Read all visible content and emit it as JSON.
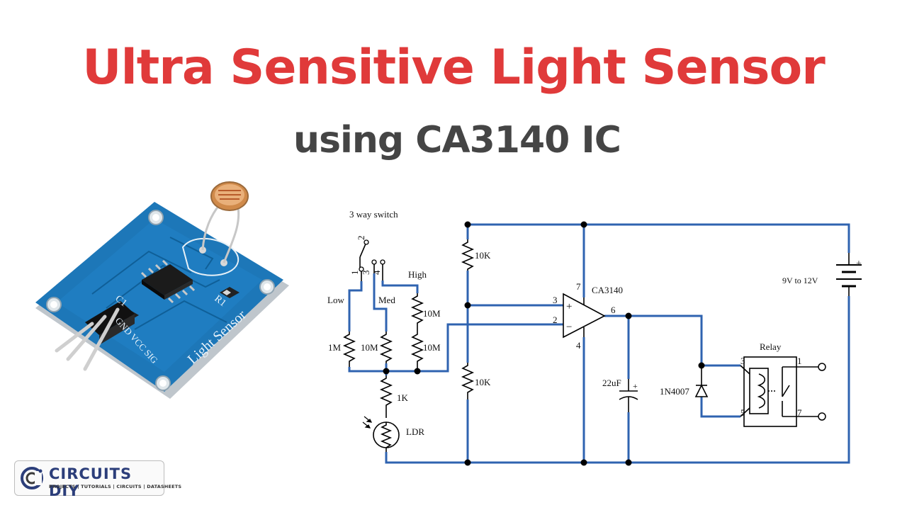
{
  "header": {
    "title": "Ultra Sensitive Light Sensor",
    "subtitle": "using CA3140 IC"
  },
  "module": {
    "pcb_label": "Light Sensor",
    "pin_label": "GND VCC SIG",
    "cap_label": "C1",
    "res_label": "R1"
  },
  "schematic": {
    "switch_label": "3 way switch",
    "positions": [
      "1",
      "2",
      "3",
      "4"
    ],
    "modes": [
      "Low",
      "Med",
      "High"
    ],
    "resistors": {
      "low": "1M",
      "med": "10M",
      "high_a": "10M",
      "high_b": "10M",
      "series": "1K",
      "div_top": "10K",
      "div_bottom": "10K"
    },
    "ldr_label": "LDR",
    "opamp": {
      "name": "CA3140",
      "pin_inv": "2",
      "pin_noninv": "3",
      "pin_out": "6",
      "pin_vcc": "7",
      "pin_gnd": "4",
      "plus": "+",
      "minus": "−"
    },
    "capacitor": "22uF",
    "cap_plus": "+",
    "diode": "1N4007",
    "relay": {
      "label": "Relay",
      "pins": [
        "3",
        "1",
        "5",
        "7"
      ]
    },
    "battery": {
      "label": "9V to 12V",
      "plus": "+"
    },
    "wire_color": "#2f63b0"
  },
  "logo": {
    "name": "CIRCUITS DIY",
    "tagline": "PROJECTS | TUTORIALS | CIRCUITS | DATASHEETS"
  }
}
